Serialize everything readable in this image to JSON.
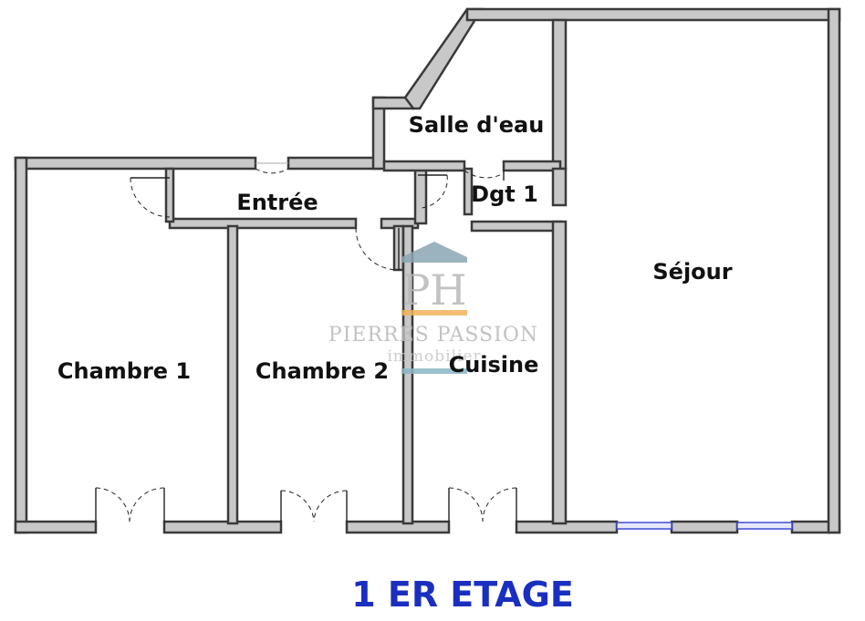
{
  "plan": {
    "rooms": {
      "salle_deau": "Salle d'eau",
      "entree": "Entrée",
      "dgt1": "Dgt 1",
      "sejour": "Séjour",
      "chambre1": "Chambre 1",
      "chambre2": "Chambre 2",
      "cuisine": "Cuisine"
    },
    "floor_title": "1 ER ETAGE"
  },
  "watermark": {
    "monogram": "PH",
    "brand": "PIERRES PASSION",
    "sub": "immobilier"
  },
  "colors": {
    "wall_fill": "#c8c8c8",
    "wall_stroke": "#3a3a3a",
    "title": "#1a2fbf",
    "window": "#3f4ad6",
    "wm_roof": "#8aa6b3",
    "wm_orange": "#f0b45a",
    "wm_teal": "#8ab8c4"
  }
}
